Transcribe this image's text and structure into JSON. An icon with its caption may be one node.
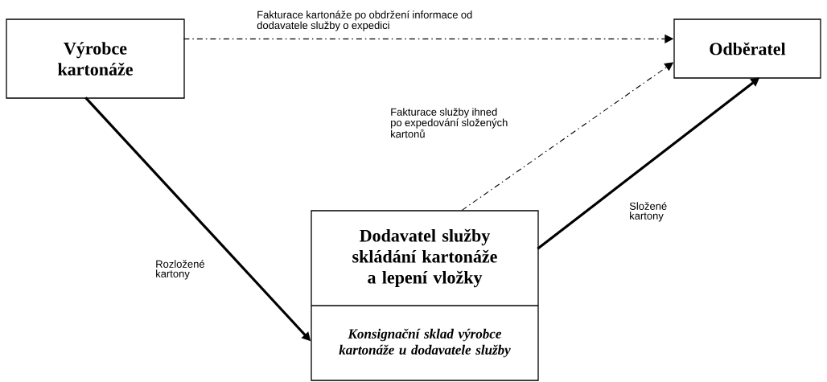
{
  "diagram": {
    "nodes": [
      {
        "text": [
          "Výrobce kartonáže"
        ]
      },
      {
        "text": [
          "Odběratel"
        ]
      },
      {
        "text": [
          "Dodavatel služby skládání kartonáže a lepení vložky",
          "Konsignační sklad výrobce kartonáže u dodavatele služby"
        ]
      }
    ],
    "edges": [
      {
        "from": 0,
        "to": 1,
        "arrow": "to",
        "style": "dashed",
        "label": "Fakturace kartonáže po obdržení informace od dodavatele služby o expedici"
      },
      {
        "from": 2,
        "to": 1,
        "arrow": "to",
        "style": "dashed",
        "label": "Fakturace služby ihned po expedování složených kartonů"
      },
      {
        "from": 0,
        "to": 2,
        "arrow": "to",
        "style": "thick",
        "label": "Rozložené kartony"
      },
      {
        "from": 2,
        "to": 1,
        "arrow": "to",
        "style": "thick",
        "label": "Složené kartony"
      }
    ]
  }
}
